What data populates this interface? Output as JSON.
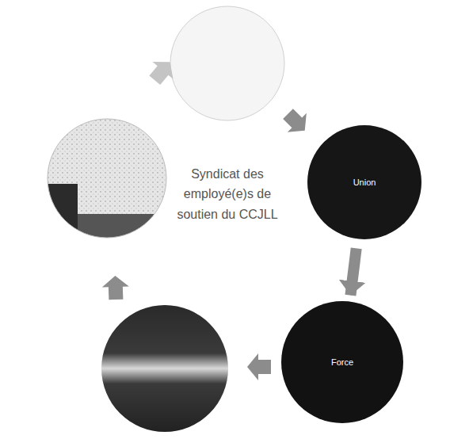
{
  "diagram": {
    "nodes": [
      {
        "text": [
          "Union"
        ]
      },
      {
        "text": [
          "Force"
        ]
      }
    ],
    "edges": [
      {
        "from": 0,
        "to": 1,
        "arrow": "to"
      }
    ],
    "labels": [
      "Syndicat des employé(e)s de soutien du CCJLL"
    ]
  }
}
